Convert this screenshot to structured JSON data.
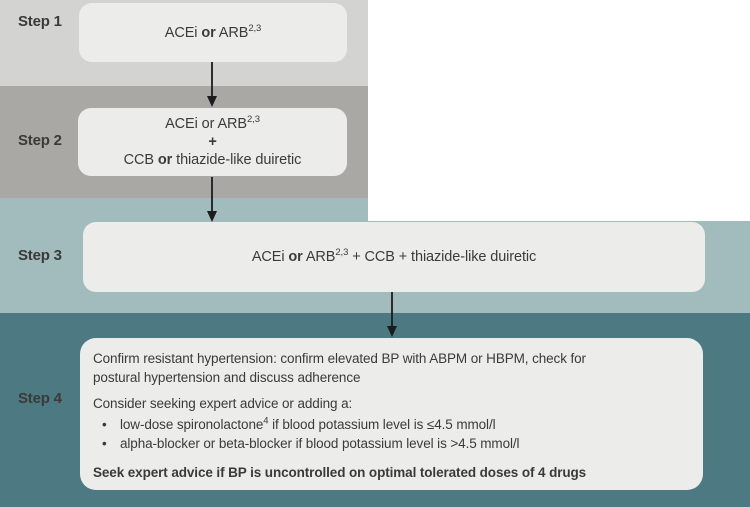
{
  "colors": {
    "step1_band": "#d3d3d2",
    "step2_band": "#a9a8a4",
    "step3_band": "#a2bbbd",
    "step4_band": "#4d7a82",
    "box_fill": "#ecedeb",
    "text": "#3b3b3b",
    "arrow": "#1c1c1c"
  },
  "steps": {
    "step1": {
      "label": "Step 1",
      "box": {
        "pre": "ACEi ",
        "or": "or",
        "post": " ARB",
        "sup": "2,3"
      }
    },
    "step2": {
      "label": "Step 2",
      "line1": {
        "text": "ACEi or ARB",
        "sup": "2,3"
      },
      "plus": "+",
      "line3": {
        "pre": "CCB ",
        "or": "or",
        "post": " thiazide-like duiretic"
      }
    },
    "step3": {
      "label": "Step 3",
      "box": {
        "pre": "ACEi ",
        "or": "or",
        "mid": " ARB",
        "sup": "2,3",
        "post": " + CCB + thiazide-like duiretic"
      }
    },
    "step4": {
      "label": "Step 4",
      "para1_line1": "Confirm resistant hypertension: confirm elevated BP with ABPM or HBPM, check for",
      "para1_line2": "postural hypertension and discuss adherence",
      "para2": {
        "pre": "Consider seeking expert advice ",
        "or": "or",
        "post": " adding a:"
      },
      "bullets": [
        {
          "marker": "•",
          "pre": "low-dose spironolactone",
          "sup": "4",
          "post": " if blood potassium level is ≤4.5 mmol/l"
        },
        {
          "marker": "•",
          "pre": "alpha-blocker or beta-blocker if blood potassium level is ",
          "sup": "",
          "post": ">4.5 mmol/l"
        }
      ],
      "para3": "Seek expert advice if BP is uncontrolled on optimal tolerated doses of 4 drugs"
    }
  }
}
